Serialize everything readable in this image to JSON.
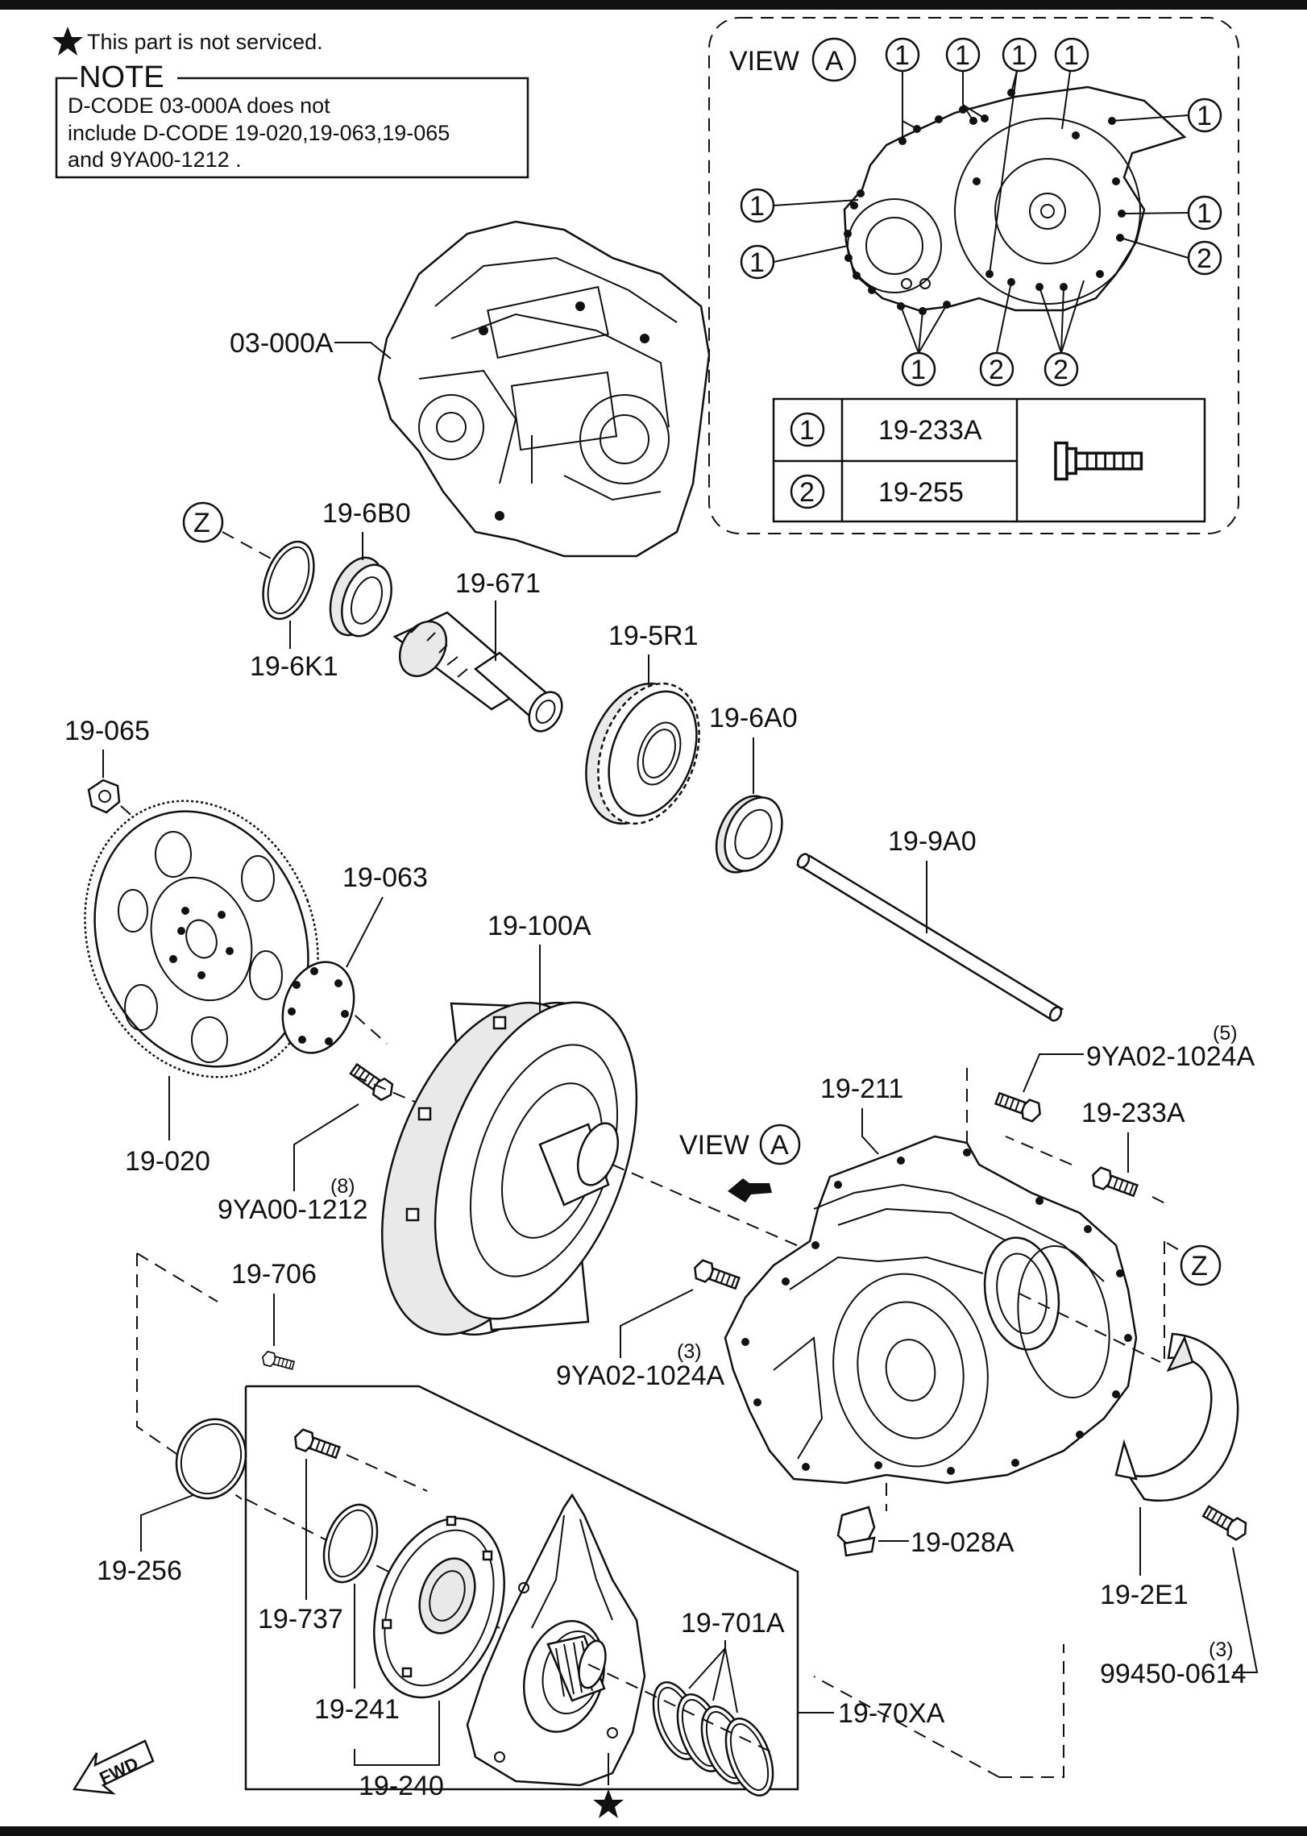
{
  "header_note": "This part is not serviced.",
  "note_box": {
    "title": "NOTE",
    "lines": [
      "D-CODE 03-000A does not",
      "include D-CODE 19-020,19-063,19-065",
      "and 9YA00-1212 ."
    ]
  },
  "view_a_inset": {
    "view_text": "VIEW",
    "view_letter": "A",
    "callout_1": "1",
    "callout_2": "2",
    "legend": [
      {
        "key": "1",
        "code": "19-233A"
      },
      {
        "key": "2",
        "code": "19-255"
      }
    ]
  },
  "labels": {
    "p03000A": "03-000A",
    "z_top": "Z",
    "p196B0": "19-6B0",
    "p196K1": "19-6K1",
    "p19671": "19-671",
    "p195R1": "19-5R1",
    "p196A0": "19-6A0",
    "p19065": "19-065",
    "p199A0": "19-9A0",
    "p19063": "19-063",
    "p19100A": "19-100A",
    "q5": "(5)",
    "p9YA02a": "9YA02-1024A",
    "p19211": "19-211",
    "p19233A": "19-233A",
    "view_text": "VIEW",
    "view_letter": "A",
    "p19020": "19-020",
    "q8": "(8)",
    "p9YA00": "9YA00-1212",
    "z_right": "Z",
    "p19706": "19-706",
    "q3a": "(3)",
    "p9YA02b": "9YA02-1024A",
    "p19256": "19-256",
    "p19028A": "19-028A",
    "p19737": "19-737",
    "p192E1": "19-2E1",
    "p19701A": "19-701A",
    "q3b": "(3)",
    "p99450": "99450-0614",
    "p19241": "19-241",
    "p1970XA": "19-70XA",
    "p19240": "19-240",
    "fwd": "FWD"
  }
}
